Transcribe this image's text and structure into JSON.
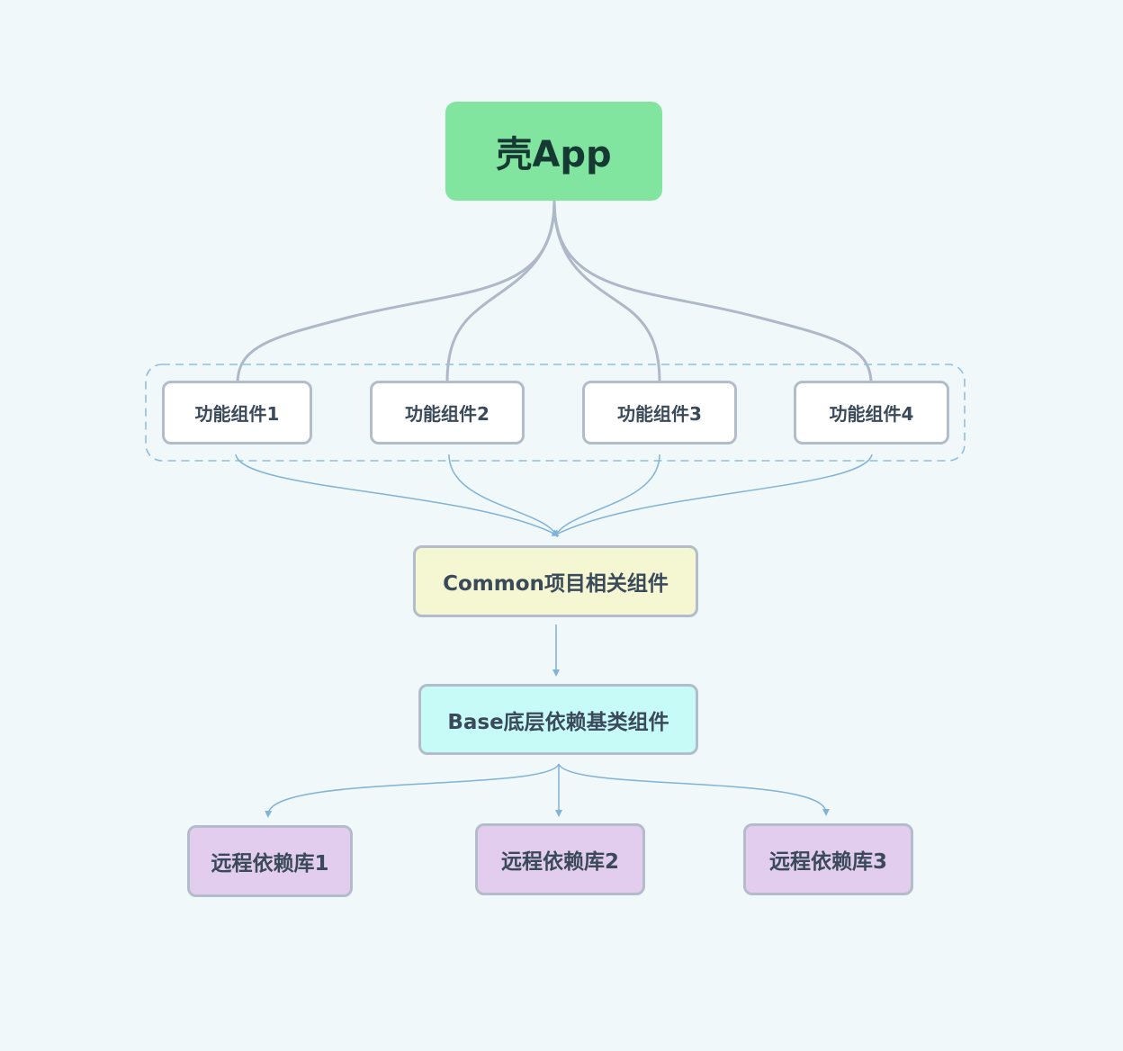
{
  "colors": {
    "background": "#f1f8f9",
    "root_fill": "#82e59f",
    "feature_fill": "#ffffff",
    "common_fill": "#f4f7d1",
    "base_fill": "#c7fbf8",
    "remote_fill": "#e3cdee",
    "node_border": "#b3bccb",
    "root_link": "#aeb8c8",
    "dependency_link": "#7fb3d8",
    "group_border": "#8fbfe0"
  },
  "nodes": {
    "root": {
      "label": "壳App"
    },
    "features": [
      {
        "label": "功能组件1"
      },
      {
        "label": "功能组件2"
      },
      {
        "label": "功能组件3"
      },
      {
        "label": "功能组件4"
      }
    ],
    "common": {
      "label": "Common项目相关组件"
    },
    "base": {
      "label": "Base底层依赖基类组件"
    },
    "remotes": [
      {
        "label": "远程依赖库1"
      },
      {
        "label": "远程依赖库2"
      },
      {
        "label": "远程依赖库3"
      }
    ]
  },
  "links": [
    {
      "from": "root",
      "to": "features.0",
      "style": "branch"
    },
    {
      "from": "root",
      "to": "features.1",
      "style": "branch"
    },
    {
      "from": "root",
      "to": "features.2",
      "style": "branch"
    },
    {
      "from": "root",
      "to": "features.3",
      "style": "branch"
    },
    {
      "from": "features.0",
      "to": "common",
      "style": "arrow"
    },
    {
      "from": "features.1",
      "to": "common",
      "style": "arrow"
    },
    {
      "from": "features.2",
      "to": "common",
      "style": "arrow"
    },
    {
      "from": "features.3",
      "to": "common",
      "style": "arrow"
    },
    {
      "from": "common",
      "to": "base",
      "style": "arrow"
    },
    {
      "from": "base",
      "to": "remotes.0",
      "style": "arrow"
    },
    {
      "from": "base",
      "to": "remotes.1",
      "style": "arrow"
    },
    {
      "from": "base",
      "to": "remotes.2",
      "style": "arrow"
    }
  ]
}
